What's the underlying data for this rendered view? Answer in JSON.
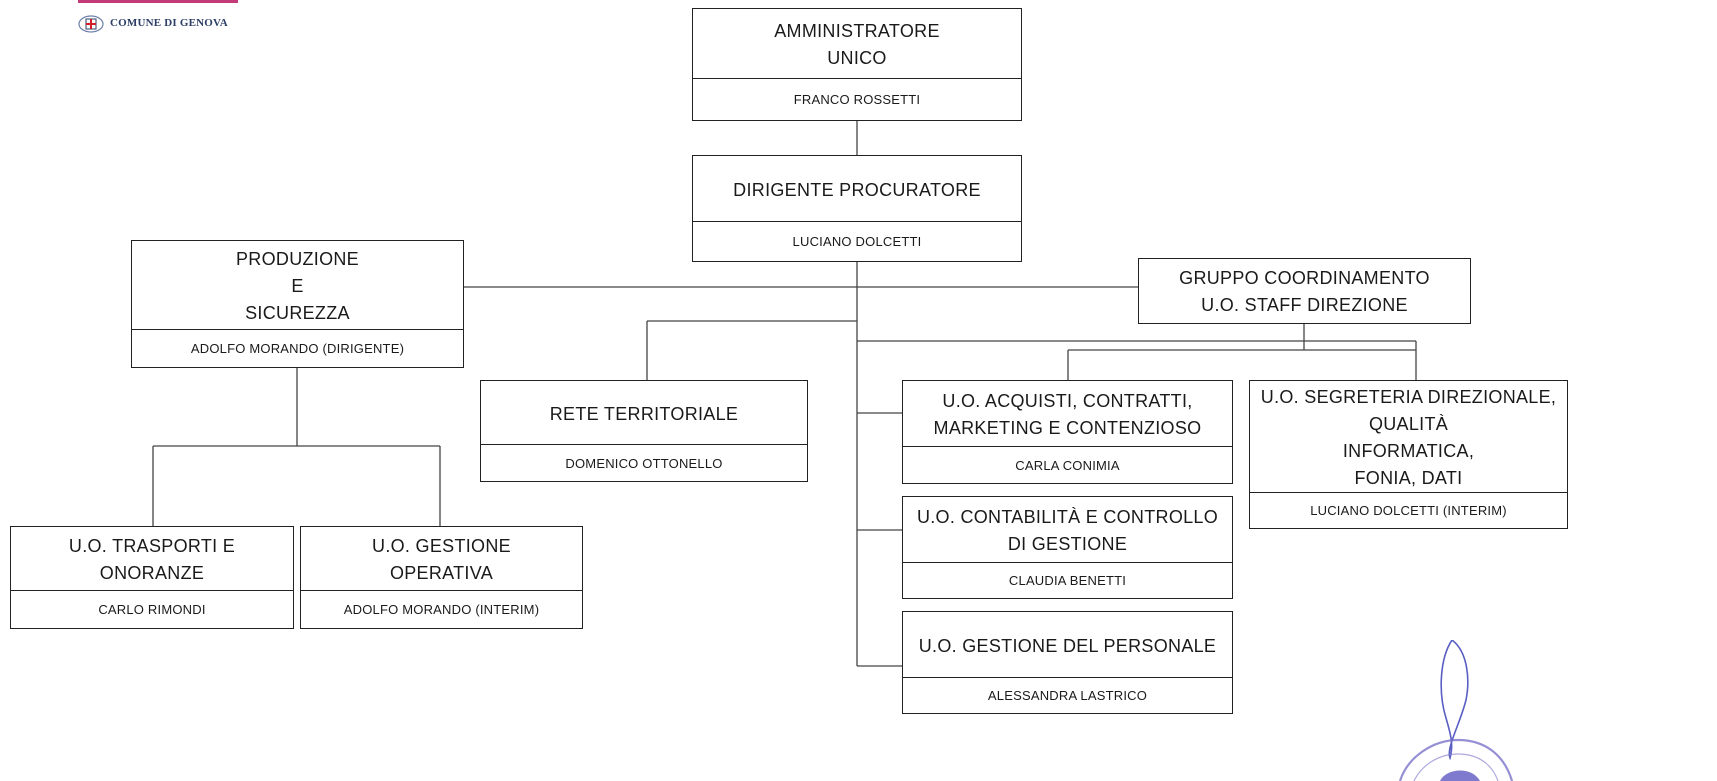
{
  "header": {
    "org_name": "COMUNE DI GENOVA",
    "brand_color": "#c23a78"
  },
  "boxes": {
    "amministratore": {
      "title": "AMMINISTRATORE\nUNICO",
      "name": "FRANCO ROSSETTI"
    },
    "dirigente": {
      "title": "DIRIGENTE PROCURATORE",
      "name": "LUCIANO DOLCETTI"
    },
    "produzione": {
      "title": "PRODUZIONE\nE\nSICUREZZA",
      "name": "ADOLFO MORANDO (DIRIGENTE)"
    },
    "gruppo": {
      "title": "GRUPPO COORDINAMENTO\nU.O. STAFF DIREZIONE",
      "name": ""
    },
    "rete": {
      "title": "RETE TERRITORIALE",
      "name": "DOMENICO OTTONELLO"
    },
    "acquisti": {
      "title": "U.O. ACQUISTI, CONTRATTI,\nMARKETING E CONTENZIOSO",
      "name": "CARLA CONIMIA"
    },
    "segreteria": {
      "title": "U.O. SEGRETERIA DIREZIONALE,\nQUALITÀ\nINFORMATICA,\nFONIA, DATI",
      "name": "LUCIANO DOLCETTI (INTERIM)"
    },
    "contabilita": {
      "title": "U.O. CONTABILITÀ E CONTROLLO\nDI GESTIONE",
      "name": "CLAUDIA BENETTI"
    },
    "personale": {
      "title": "U.O. GESTIONE DEL PERSONALE",
      "name": "ALESSANDRA LASTRICO"
    },
    "trasporti": {
      "title": "U.O. TRASPORTI E\nONORANZE",
      "name": "CARLO RIMONDI"
    },
    "gestione_operativa": {
      "title": "U.O. GESTIONE\nOPERATIVA",
      "name": "ADOLFO MORANDO (INTERIM)"
    }
  }
}
